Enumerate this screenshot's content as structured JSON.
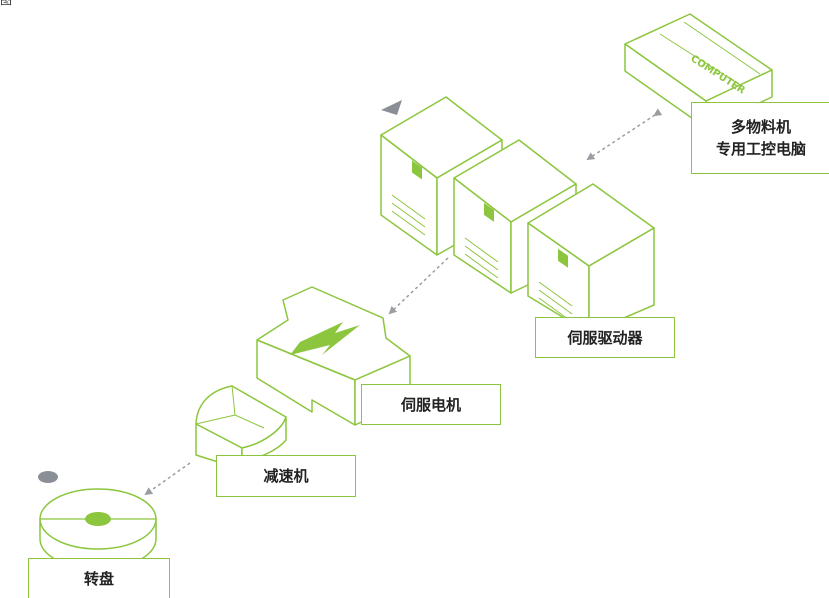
{
  "corner_text": "图",
  "computer_text": "COMPUTER",
  "labels": {
    "pc_line1": "多物料机",
    "pc_line2": "专用工控电脑",
    "drives": "伺服驱动器",
    "motor": "伺服电机",
    "reducer": "减速机",
    "turntable": "转盘"
  },
  "colors": {
    "accent": "#8cc63e",
    "arrow": "#9a9ea3",
    "text": "#222222"
  }
}
